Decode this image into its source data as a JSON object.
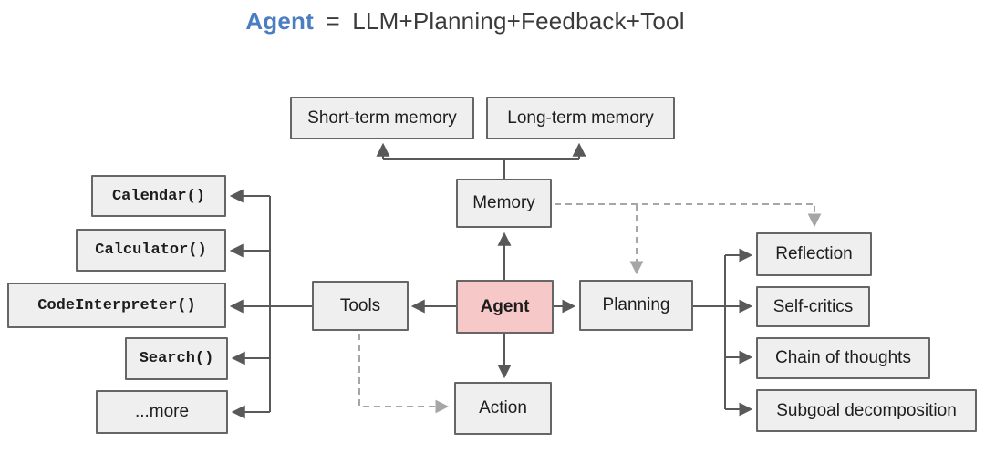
{
  "title": {
    "term": "Agent",
    "equals": "=",
    "expansion": "LLM+Planning+Feedback+Tool"
  },
  "diagram": {
    "nodes": {
      "short_term_memory": "Short-term memory",
      "long_term_memory": "Long-term memory",
      "memory": "Memory",
      "agent": "Agent",
      "tools": "Tools",
      "planning": "Planning",
      "action": "Action",
      "calendar": "Calendar()",
      "calculator": "Calculator()",
      "code_interpreter": "CodeInterpreter()",
      "search": "Search()",
      "more": "...more",
      "reflection": "Reflection",
      "self_critics": "Self-critics",
      "chain_of_thoughts": "Chain of thoughts",
      "subgoal_decomposition": "Subgoal decomposition"
    },
    "edges": [
      {
        "from": "agent",
        "to": "memory",
        "style": "solid"
      },
      {
        "from": "agent",
        "to": "action",
        "style": "solid"
      },
      {
        "from": "agent",
        "to": "tools",
        "style": "solid"
      },
      {
        "from": "agent",
        "to": "planning",
        "style": "solid"
      },
      {
        "from": "memory",
        "to": "short_term_memory",
        "style": "solid"
      },
      {
        "from": "memory",
        "to": "long_term_memory",
        "style": "solid"
      },
      {
        "from": "tools",
        "to": "calendar",
        "style": "solid"
      },
      {
        "from": "tools",
        "to": "calculator",
        "style": "solid"
      },
      {
        "from": "tools",
        "to": "code_interpreter",
        "style": "solid"
      },
      {
        "from": "tools",
        "to": "search",
        "style": "solid"
      },
      {
        "from": "tools",
        "to": "more",
        "style": "solid"
      },
      {
        "from": "planning",
        "to": "reflection",
        "style": "solid"
      },
      {
        "from": "planning",
        "to": "self_critics",
        "style": "solid"
      },
      {
        "from": "planning",
        "to": "chain_of_thoughts",
        "style": "solid"
      },
      {
        "from": "planning",
        "to": "subgoal_decomposition",
        "style": "solid"
      },
      {
        "from": "memory",
        "to": "planning",
        "style": "dashed"
      },
      {
        "from": "memory",
        "to": "reflection",
        "style": "dashed"
      },
      {
        "from": "tools",
        "to": "action",
        "style": "dashed"
      }
    ],
    "colors": {
      "agent_fill": "#f6c8c8",
      "node_fill": "#efefef",
      "node_border": "#666666",
      "solid_line": "#595959",
      "dashed_line": "#a6a6a6",
      "title_accent": "#4a7ec1",
      "title_text": "#3b3b3b"
    }
  }
}
